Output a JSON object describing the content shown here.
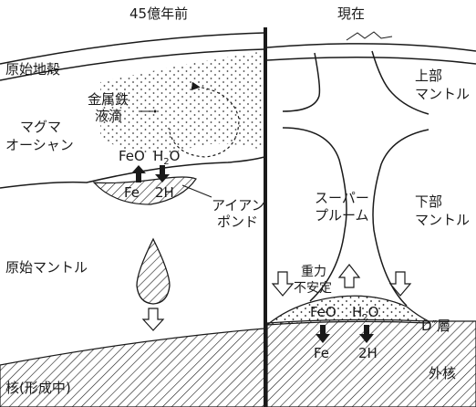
{
  "left_panel": {
    "title": "45億年前",
    "labels": {
      "primitive_crust": "原始地殻",
      "metal_iron_line1": "金属鉄",
      "metal_iron_line2": "液滴",
      "magma_line1": "マグマ",
      "magma_line2": "オーシャン",
      "iron_pond_line1": "アイアン",
      "iron_pond_line2": "ポンド",
      "primitive_mantle": "原始マントル",
      "core_forming": "核(形成中)"
    },
    "reaction": {
      "top_left": "FeO",
      "top_right_base": "H",
      "top_right_sub": "2",
      "top_right_tail": "O",
      "bottom_left": "Fe",
      "bottom_right": "2H"
    }
  },
  "right_panel": {
    "title": "現在",
    "labels": {
      "upper_mantle_line1": "上部",
      "upper_mantle_line2": "マントル",
      "superplume_line1": "スーパー",
      "superplume_line2": "プルーム",
      "lower_mantle_line1": "下部",
      "lower_mantle_line2": "マントル",
      "gravity_line1": "重力",
      "gravity_line2": "不安定",
      "d_layer": "D″層",
      "outer_core": "外核"
    },
    "reaction": {
      "top_left": "FeO",
      "top_right_base": "H",
      "top_right_sub": "2",
      "top_right_tail": "O",
      "bottom_left": "Fe",
      "bottom_right": "2H"
    }
  },
  "colors": {
    "ink": "#1a1a1a",
    "background": "#ffffff"
  }
}
